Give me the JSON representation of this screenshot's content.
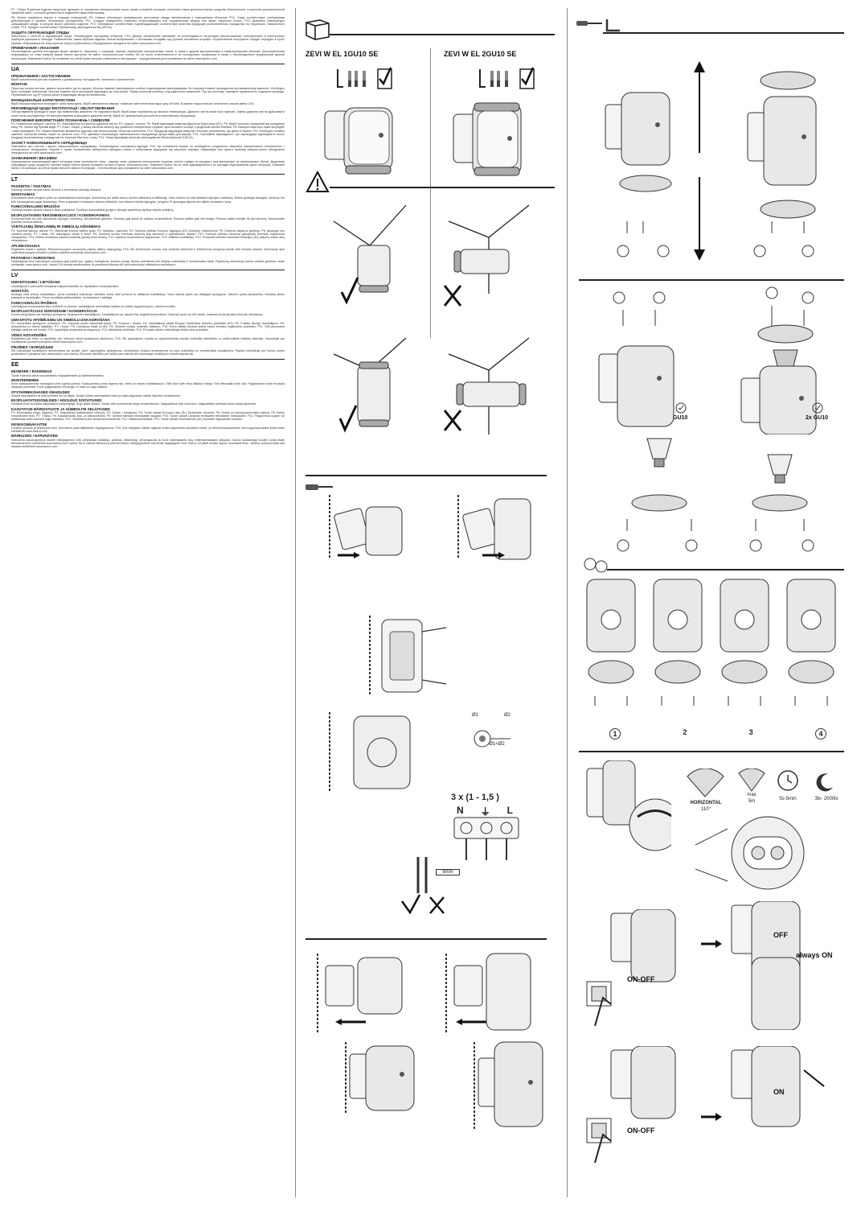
{
  "left_column": {
    "blocks": [
      {
        "type": "p",
        "text": "P7: I Klass. В данном изделии защитную функцию от поражения электрическим током, кроме основной изоляции, исполняет также дополнительные средства безопасности, в качестве дополнительной защитной цепи, к которой должен быть подключен защитный провод."
      },
      {
        "type": "p",
        "text": "P8: Можно применять внутри и снаружи помещений. P9: Символ обозначает минимальное расстояние между светильником и освещаемым объектом. P10: Товар соответствует требованиям действующим в Украине технических регламентов. P11: Следует немедленно поменять потрескавшийся или искривленный абажур или экран, защитное стекло. P12: Диапазон температуры окружающей среды, в которой может работать изделие. P13: Сертификат соответствия, подтверждающий соответствие качества продукции установленным стандартам на территории Таможенного союза. P14: Продукт соответствует британскому законодательству (UKCA)."
      },
      {
        "type": "h",
        "text": "ЗАЩИТА ОКРУЖАЮЩЕЙ СРЕДЫ"
      },
      {
        "type": "p",
        "text": "Заботьтесь о чистоте и окружающей среде. Рекомендуем сортировку отбросов. P15: Данное обозначение указывает на необходимость сегрегации использованных электрических и электронных приборов домашнего обихода. Размеченные таким образом изделия нельзя выбрасывать с бытовыми отходами под угрозой наложения штрафа. Отработанный инструмент следует передать в пункт приема. Информация на тему пунктов сбора отработанного оборудования находится на сайте www.kanlux.com."
      },
      {
        "type": "h",
        "text": "ПРИМЕЧАНИЯ / УКАЗАНИЯ"
      },
      {
        "type": "p",
        "text": "Несоблюдение данной инструкции может привести, например, к пожарам, ожогам, поражению электрическим током, а также к другим материальным и нематериальным убыткам. Дополнительная информация на тему товаров марки Kanlux доступна на сайте: www.kanlux.com Kanlux SA не несет ответственности за последствия, вызванные в связи с несоблюдением предписаний данной инструкции. Компания Kanlux SA оставляет за собой право вносить изменения в инструкцию - текущая версия для скачивания на сайте www.kanlux.com"
      },
      {
        "type": "lang",
        "text": "UA"
      },
      {
        "type": "h",
        "text": "ПРИЗНАЧЕННЯ / ЗАСТОСУВАННЯ"
      },
      {
        "type": "p",
        "text": "Виріб призначений для застосування у домашньому господарстві і загального призначення."
      },
      {
        "type": "h",
        "text": "МОНТАЖ"
      },
      {
        "type": "p",
        "text": "Перш ніж почати монтаж, уважно прочитайте цю інструкцію. Монтаж повинен виконуватися особою з відповідними кваліфікаціями. Всі операції повинні проводитися при вимкненому живленні. Необхідно бути особливо обережним. Монтаж повинен бути виконаний відповідно до ілюстрацій. Перед початком монтажу слід відключити живлення. Під час монтажу, перевірте правильність з'єднання проводів. Переконайтеся, що IP ступінь захисту відповідає місцю встановлення."
      },
      {
        "type": "h",
        "text": "ФУНКЦІОНАЛЬНІ ХАРАКТЕРИСТИКИ"
      },
      {
        "type": "p",
        "text": "Виріб використовується всередині і зовні приміщень. Виріб автоматично вмикає і вимикає освітлення внаслідок руху об'єктів. В умовах недостатнього освітлення (нижче рівня LUX)."
      },
      {
        "type": "h",
        "text": "РЕКОМЕНДАЦІЇ ЩОДО ЕКСПЛУАТАЦІЇ / ОБСЛУГОВУВАННЯ"
      },
      {
        "type": "p",
        "text": "Обслуговування проводити лише при вимкненому живленні. Не накривати виріб. Виріб може нагріватися до високої температури. Джерело світла може бути гарячим. Заміну джерела світла здійснювати лише після охолодження. Не використовувати пошкоджені джерела світла. Виріб не призначений для роботи в агресивному середовищі."
      },
      {
        "type": "h",
        "text": "ПОЯСНЕННЯ ВИКОРИСТАНИХ ПОЗНАЧЕНЬ І СИМВОЛІВ"
      },
      {
        "type": "p",
        "text": "P1: Номінальна напруга, частота. P2: Максимальна потужність джерела світла. P3: Цоколь / патрон. P4: Виріб відповідає вимогам Директив Євросоюзу (ЄС). P5: Виріб частково захищений від попадання пилу. P6: Захист від бризків води. P7: Клас I. Виріб, у якому засобом захисту від ураження електричним струмом, крім основної ізоляції, є додаткові засоби безпеки. P8: Використовується лише всередині і зовні приміщень. P9: Символ визначає мінімальну відстань між світильником і об'єктом освітлення. P10: Продукція відповідає вимогам технічних регламентів, що діють в Україні. P11: Необхідно негайно замінити тріснутий ковпак, екран чи захисне скло. P12: Діапазон температури навколишнього середовища допустимий для виробу. P13: Сертифікат відповідності, що підтверджує відповідність якості продукції встановленим стандартам на території Митного союзу. P14: Товар відповідає вимогам законодавства Великобританії (UKCA)."
      },
      {
        "type": "h",
        "text": "ЗАХИСТ НАВКОЛИШНЬОГО СЕРЕДОВИЩА"
      },
      {
        "type": "p",
        "text": "Пам'ятайте про чистоту і захист навколишнього середовища. Рекомендуємо сортування відходів. P15: Це позначення вказує на необхідність роздільного збирання використаного електричного і електронного обладнання. Вироби з таким позначенням заборонено викидати разом з побутовими відходами під загрозою штрафу. Інформація про пункти прийому використаного обладнання знаходиться на сайті www.kanlux.com"
      },
      {
        "type": "h",
        "text": "ЗАУВАЖЕННЯ / ВКАЗІВКИ"
      },
      {
        "type": "p",
        "text": "Недотримання рекомендацій даної інструкції може спричинити, напр., пожежу, опіки, ураження електричним струмом, тілесні травми та заподіяти інші матеріальні та нематеріальні збитки. Додаткову інформацію щодо продуктів торгової марки Kanlux можна отримати на веб-сторінці: www.kanlux.com. Компанія Kanlux SA не несе відповідальності за наслідки недотримання даної інструкції. Компанія Kanlux SA залишає за собою право вносити зміни в інструкцію - поточна версія для скачування на сайті www.kanlux.com"
      },
      {
        "type": "lang",
        "text": "LT"
      },
      {
        "type": "h",
        "text": "PASKIRTIS / TAIKYMAS"
      },
      {
        "type": "p",
        "text": "Gaminys skirtas naudoti namų ūkiuose ir bendriems vartotojų tikslams."
      },
      {
        "type": "h",
        "text": "MONTAVIMAS"
      },
      {
        "type": "p",
        "text": "Draudžiama dirbti įrenginiu prieš tai neperskaičius instrukcijos. Montavimą turi atlikti asmuo turintis atitinkamą kvalifikaciją. Visus darbus turi būti atliekami atjungus maitinimą. Būtina ypatingai atsargiai. Gaminys turi būti montuojamas pagal iliustracijas. Prieš pradėdami montavimo darbus įsitikinkite, kad elektros tinklas atjungtas. Įrenginio IP apsaugos laipsnis turi atitikti montavimo vietą."
      },
      {
        "type": "h",
        "text": "FUNKCIONALUMO BRUOŽAI"
      },
      {
        "type": "p",
        "text": "Gaminys skirtas naudoti vidaus ir lauko patalpose. Gaminys automatiškai įjungia ir išjungia apšvietimą aptikęs objekto judėjimą."
      },
      {
        "type": "h",
        "text": "EKSPLOATAVIMO REKOMENDACIJOS / KONSERVAVIMAS"
      },
      {
        "type": "p",
        "text": "Konservavimas turi būti atliekamas atjungus maitinimą. Neuždenkite gaminio. Gaminys gali įkaisti iki aukštos temperatūros. Šviesos šaltinis gali būti įkaitęs. Šviesos šaltinį keiskite tik jam atvėsus. Nenaudokite pažeistų šviesos šaltinių."
      },
      {
        "type": "h",
        "text": "VARTOJAMŲ ŽENKLINIMŲ IR SIMBOLIŲ AIŠKINIMAS"
      },
      {
        "type": "p",
        "text": "P1: Nominali įtampa, dažnis. P2: Maksimali šviesos šaltinio galia. P3: Gaubtas / patronas. P4: Gaminys atitinka Europos Sąjungos (ES) direktyvų reikalavimus. P5: Dulkėms atsparus gaminys. P6: Apsaugai nuo vandens purslų. P7: I klasė. P8: Naudojimui viduje ir lauke. P9: Simbolis nurodo minimalų atstumą tarp šviestuvo ir apšviečiamo objekto. P10: Gaminys atitinka Ukrainoje galiojančių techninių reglamentų reikalavimus. P11: Būtina nedelsiant pakeisti suskilusį gaubtą arba ekraną. P12: Aplinkos temperatūros diapazonas. P13: Atitikties sertifikatas. P14: Produktas atitinka Didžiosios Britanijos (JK) taikomų teisės aktų reikalavimus."
      },
      {
        "type": "h",
        "text": "APLINKOSAUGA"
      },
      {
        "type": "p",
        "text": "Rūpinkitės švara ir aplinka. Rekomenduojame sunaudotų paketų atliekų segregaciją. P15: Šis ženklinimas nurodo, kad sudėvėti elektriniai ir elektroniniai įrenginiai privalo būti renkami atskirai. Informacija apie sudėvėtos įrangos surinkimo punktus pateikta svetainėje www.kanlux.com"
      },
      {
        "type": "h",
        "text": "PASTABOS / NURODYMAI"
      },
      {
        "type": "p",
        "text": "Nesilaikymas šios instrukcijos nurodymų gali sukelti pvz. gaisrą, nudegimus, elektros smūgį, fizinius sužeidimus bei kitokias materialias ir nematerialias žalas. Papildomą informaciją Kanlux markės gaminius rasite svetainėje: www.kanlux.com. Kanlux SA neneša atsakomybės už pasekmes kilusias dėl šios instrukcijos reikalavimų nesilaikymo."
      },
      {
        "type": "lang",
        "text": "LV"
      },
      {
        "type": "h",
        "text": "IZMANTOJUMS / LIETOŠANA"
      },
      {
        "type": "p",
        "text": "Izstrādājums ir paredzēts lietošanai mājsaimniecībās un vispārējiem izmantojumiem."
      },
      {
        "type": "h",
        "text": "MONTĀŽA"
      },
      {
        "type": "p",
        "text": "Aizliegts veikt ierīces uzstādīšanu, pirms neizlasīta instrukcija. Montāžu drīkst veikt persona ar atbilstošu kvalifikāciju. Visus darbus jāveic pie atslēgtas sprieguma. Jāievēro īpaša piesardzība. Montāža jāveic saskaņā ar ilustrācijām. Pirms montāžas pārliecinieties, ka barošana ir atslēgta."
      },
      {
        "type": "h",
        "text": "FUNKCIONĀLĀS ĪPAŠĪBAS"
      },
      {
        "type": "p",
        "text": "Izstrādājums izmantojams telpu iekšienē un ārpusē. Izstrādājums automātiski ieslēdz un izslēdz apgaismojumu, uztverot kustību."
      },
      {
        "type": "h",
        "text": "EKSPLUATĀCIJAS NORĀDĪJUMI / KONSERVĀCIJA"
      },
      {
        "type": "p",
        "text": "Konservācija jāveic pie atslēgta sprieguma. Neapsedziet izstrādājumu. Izstrādājums var sakarst līdz augstai temperatūrai. Gaismas avots var būt karsts. Gaismas avots jāmaina tikai pēc atdzišanas."
      },
      {
        "type": "h",
        "text": "IZMANTOTU APZĪMĒJUMU UN SIMBOLU IZSKAIDROŠANA"
      },
      {
        "type": "p",
        "text": "P1: Nominālais spriegums, frekvence. P2: Gaismas avota maksimālā jauda. P3: Korpuss / ietvars. P4: Izstrādājums atbilst Eiropas Savienības direktīvu prasībām (ES). P5: Putekļu izturīgs izstrādājums. P6: Aizsardzība no ūdens šļakatām. P7: I klase. P8: Lietošanai iekšā un ārā. P9: Simbols norāda minimālo attālumu. P10: Prece atbilst Ukrainā spēkā esošo tehnisko reglamentu prasībām. P11: Tūlīt jānomaina plaisājis abažūrs vai ekrāns. P12: Apkārtējās temperatūras diapazons. P13: Atbilstības sertifikāts. P14: Produkts atbilst Lielbritānijas tiesību aktu prasībām."
      },
      {
        "type": "h",
        "text": "VIDES AIZSARDZĪBA"
      },
      {
        "type": "p",
        "text": "Rūpējieties par tīrību un apkārtējo vidi. Ieteicam šķirot iepakojumu atkritumus. P15: Šis apzīmējums norāda uz nepieciešamību savākt nolietotās elektriskās un elektroniskās iekārtas atsevišķi. Informācija par savākšanas punktiem pieejama vietnē www.kanlux.com"
      },
      {
        "type": "h",
        "text": "PIEZĪMES / NORĀDĪJUMI"
      },
      {
        "type": "p",
        "text": "Šīs instrukcijas norādījumu neievērošana var izraisīt, piem. ugunsgrēku, apdegumus, elektrošoku, fiziskus ievainojumus un citus materiālus un nemateriālus zaudējumus. Papildu informācija par Kanlux marku produktiem ir pieejama šeit: www.kanlux.com Kanlux SA nenes atbildību par sekām kas radīsies šīs instrukcijas norādījumu neievērošanas dēļ."
      },
      {
        "type": "lang",
        "text": "EE"
      },
      {
        "type": "h",
        "text": "EESMÄRK / RAKENDUS"
      },
      {
        "type": "p",
        "text": "Toode mõeldud ainult kasutamiseks majapidamistes ja üldeesmärkideks."
      },
      {
        "type": "h",
        "text": "MONTEERIMINE"
      },
      {
        "type": "p",
        "text": "Enne kokkupanemise toiminguid tuleb lugeda juhend. Kokkupanekut peab tegema isik, kellel on vastav kvalifikatsioon. Kõik tööd tuleb teha lülitatud toitega. Eriti ettevaatlik tuleb olla. Paigaldamine tuleb teostada vastavalt joonistele. Enne paigaldamist veenduge, et toide on välja lülitatud."
      },
      {
        "type": "h",
        "text": "OTSTARBEKOHASED OMADUSED"
      },
      {
        "type": "p",
        "text": "Seadet kasutatakse nii siseruumides kui ka väljas. Seade lülitab automaatselt sisse ja välja valgustuse objekti liikumise tuvastamisel."
      },
      {
        "type": "h",
        "text": "EKSPLUATATSIOONILISED / HOOLDUS SOOVITUSED"
      },
      {
        "type": "p",
        "text": "Hooldust tohib teostada väljalülitatud toitepingega. Ärge katke seadet. Seade võib kuumeneda kõrge temperatuurini. Valgusallikas võib olla kuum. Valgusallikat vahetada ainult pärast jahtumist."
      },
      {
        "type": "h",
        "text": "KASUTATUD MÄRGISTUSTE JA SÜMBOLITE SELGITUSED"
      },
      {
        "type": "p",
        "text": "P1: Nominaalne pinge, sagedus. P2: Valgusallika maksimaalne võimsus. P3: Sokkel / lambipesa. P4: Toode vastab Euroopa Liidu (EL) Direktiivide nõuetele. P5: Seade on tolmupuutekindlate kaitsud. P6: Kaitse veepritsmete eest. P7: I Klass. P8: Kasutamiseks sise- ja välisruumides. P9: Sümbol tähistab minimaalset kaugust. P10: Toode vastab Ukrainas kehtivatele tehnilistele eeskirjadele. P11: Pragunenud kuppel või kaitseklaas tuleb koheselt välja vahetada. P12: Ümbritseva õhu temperatuurivahemik. P13: Vastavussertifikaat. P14: Toode vastab Suurbritannia (UK) kehtivate õigusaktide nõuetele."
      },
      {
        "type": "h",
        "text": "KESKKONNAKAITSE"
      },
      {
        "type": "p",
        "text": "Hoolitse puhtuse ja keskkonna eest. Soovitame pakendijäätmete segregatsiooni. P15: See märgistus näitab vajadust eraldi kogumiseks kasutatud elektri- ja elektroonikaseadmeid. Info kogumispunktide kohta leiate veebilehelt www.kanlux.com"
      },
      {
        "type": "h",
        "text": "MÄRKUSED / NÄPUNÄITED"
      },
      {
        "type": "p",
        "text": "Käesoleva kasutusjuhendi nõuete mittejärgimine võib põhjustada tulekahju, põletusi, elektrilöögi, kehavigastusi ja muid materiaalseid ning mittemateriaalseid kahjusid. Kanlux kaubamärgi toodete kohta leiate täiendavat infot veebilehelt www.kanlux.com Kanlux SA ei vastuta käesoleva juhendi nõuete mittejärgimisest tulenevate tagajärgede eest. Kanlux SA jätab endale õiguse muudatusi teha - kehtiva versiooni saab alla laadida veebilehelt www.kanlux.com"
      }
    ]
  },
  "panels": {
    "model_1": "ZEVI W EL 1GU10 SE",
    "model_2": "ZEVI W EL 2GU10 SE",
    "gu10": "GU10",
    "gu10_x2": "2x GU10",
    "mm8": "8mm",
    "phi1": "Ø1",
    "phi2": "Ø2",
    "phi_rel": "Ø1<Ø2",
    "cable": "3 x (1 - 1,5  )",
    "terminals": [
      "N",
      "⏚",
      "L"
    ],
    "steps": [
      "1",
      "2",
      "3",
      "4"
    ],
    "sensor": {
      "horizontal": "HORIZONTAL",
      "angle": "110°",
      "max": "max",
      "range": "5m",
      "time": "5s-5min",
      "lux": "3lx- 2000lx"
    },
    "off": "OFF",
    "always_on": "always ON",
    "on_off_1": "ON-OFF",
    "on_off_2": "ON-OFF",
    "on": "ON"
  }
}
